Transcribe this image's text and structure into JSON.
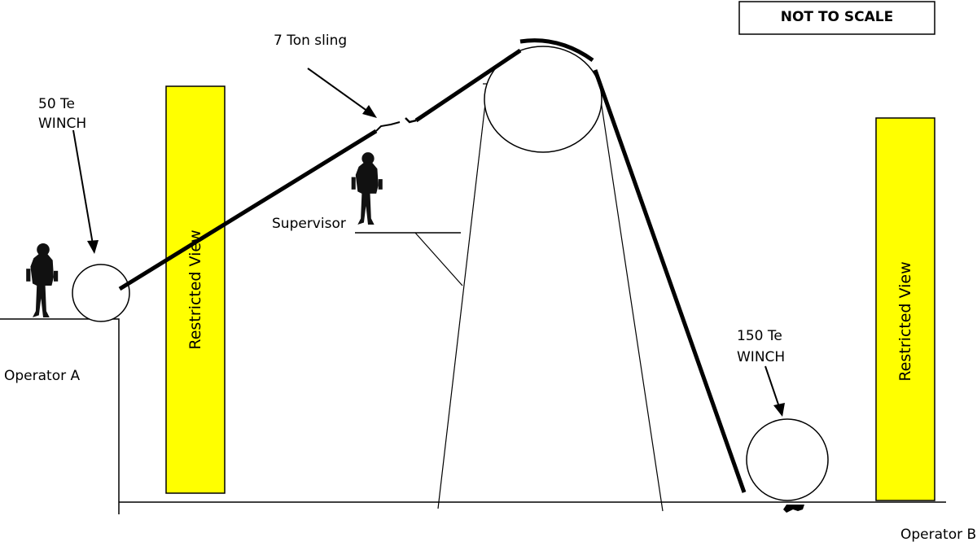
{
  "not_to_scale_label": "NOT TO SCALE",
  "winch_50": {
    "line1": "50 Te",
    "line2": "WINCH"
  },
  "winch_150": {
    "line1": "150 Te",
    "line2": "WINCH"
  },
  "sling_label": "7 Ton sling",
  "supervisor_label": "Supervisor",
  "operator_a_label": "Operator A",
  "operator_b_label": "Operator B",
  "restricted_view_label": "Restricted View",
  "colors": {
    "restricted_panel": "#ffff00",
    "line": "#000000"
  }
}
